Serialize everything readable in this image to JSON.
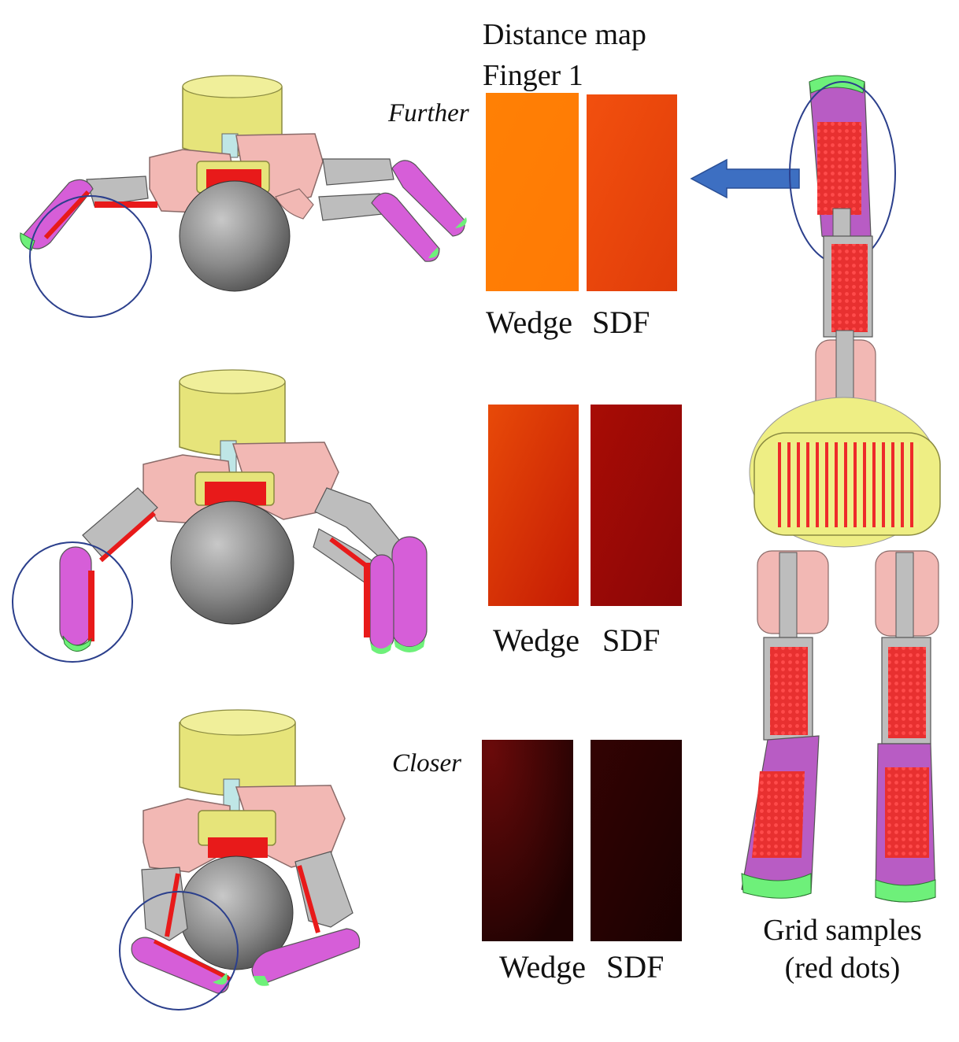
{
  "heading": {
    "line1": "Distance map",
    "line2": "Finger 1"
  },
  "rows": [
    {
      "label": "Further",
      "left_caption": "Wedge",
      "right_caption": "SDF"
    },
    {
      "label": "",
      "left_caption": "Wedge",
      "right_caption": "SDF"
    },
    {
      "label": "Closer",
      "left_caption": "Wedge",
      "right_caption": "SDF"
    }
  ],
  "grid_caption": {
    "line1": "Grid samples",
    "line2": "(red dots)"
  },
  "colors": {
    "base": "#e6e47a",
    "knuckle": "#f2b8b4",
    "link": "#bdbdbd",
    "fingertip": "#d65ed8",
    "tip_cap": "#6ef07a",
    "sensor": "#e81a1a",
    "sphere": "#8a8a8a",
    "circle": "#2b3f8c",
    "arrow": "#3d6fc2"
  },
  "heatmap_colors": [
    {
      "wedge": [
        "#ff8005",
        "#ff7a05"
      ],
      "sdf": [
        "#f2500e",
        "#e03c0a"
      ]
    },
    {
      "wedge": [
        "#e84a08",
        "#c41a04"
      ],
      "sdf": [
        "#a80c05",
        "#8a0606"
      ]
    },
    {
      "wedge": [
        "#6a0a0a",
        "#1e0202"
      ],
      "sdf": [
        "#330303",
        "#1a0101"
      ]
    }
  ]
}
